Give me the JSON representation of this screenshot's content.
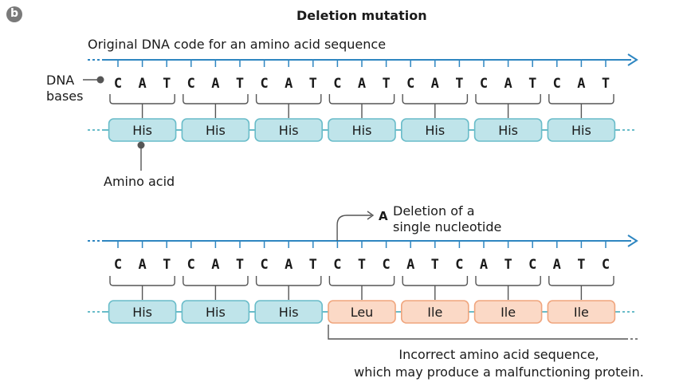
{
  "panel_label": "b",
  "title": "Deletion mutation",
  "original_caption": "Original DNA code for an amino acid sequence",
  "dna_label": "DNA\nbases",
  "dna_label_line1": "DNA",
  "dna_label_line2": "bases",
  "amino_acid_label": "Amino acid",
  "deleted_base": "A",
  "deletion_caption_line1": "Deletion of a",
  "deletion_caption_line2": "single nucleotide",
  "incorrect_caption_line1": "Incorrect amino acid sequence,",
  "incorrect_caption_line2": "which may produce a malfunctioning protein.",
  "colors": {
    "arrow_blue": "#2e86c1",
    "his_fill": "#bfe4ea",
    "his_stroke": "#69bcc9",
    "mut_fill": "#fbd9c6",
    "mut_stroke": "#f0a57d",
    "bracket": "#555555"
  },
  "original": {
    "bases": [
      "C",
      "A",
      "T",
      "C",
      "A",
      "T",
      "C",
      "A",
      "T",
      "C",
      "A",
      "T",
      "C",
      "A",
      "T",
      "C",
      "A",
      "T",
      "C",
      "A",
      "T"
    ],
    "amino_acids": [
      "His",
      "His",
      "His",
      "His",
      "His",
      "His",
      "His"
    ],
    "amino_types": [
      "normal",
      "normal",
      "normal",
      "normal",
      "normal",
      "normal",
      "normal"
    ]
  },
  "mutated": {
    "bases": [
      "C",
      "A",
      "T",
      "C",
      "A",
      "T",
      "C",
      "A",
      "T",
      "C",
      "T",
      "C",
      "A",
      "T",
      "C",
      "A",
      "T",
      "C",
      "A",
      "T",
      "C"
    ],
    "amino_acids": [
      "His",
      "His",
      "His",
      "Leu",
      "Ile",
      "Ile",
      "Ile"
    ],
    "amino_types": [
      "normal",
      "normal",
      "normal",
      "mutant",
      "mutant",
      "mutant",
      "mutant"
    ]
  }
}
